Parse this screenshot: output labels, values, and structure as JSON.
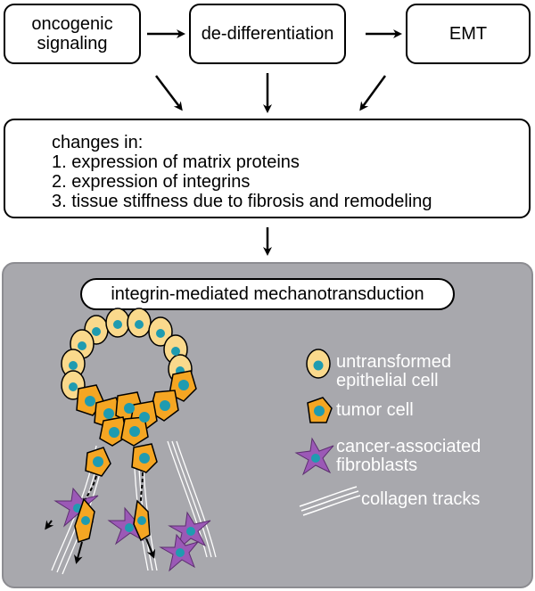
{
  "boxes": {
    "oncogenic": "oncogenic signaling",
    "dedifferentiation": "de-differentiation",
    "emt": "EMT"
  },
  "changes": {
    "heading": "changes in:",
    "items": [
      "1. expression of matrix proteins",
      "2. expression of integrins",
      "3. tissue stiffness due to fibrosis and remodeling"
    ]
  },
  "panel": {
    "title": "integrin-mediated mechanotransduction",
    "legend": {
      "untransformed": "untransformed epithelial cell",
      "tumor": "tumor cell",
      "caf": "cancer-associated fibroblasts",
      "collagen": "collagen tracks"
    }
  },
  "colors": {
    "panel_bg": "#a8a8ad",
    "untransformed_cell": "#fad98c",
    "tumor_cell": "#f5a623",
    "nucleus": "#1f9bb0",
    "fibroblast": "#9b59b6",
    "collagen": "#ffffff"
  }
}
